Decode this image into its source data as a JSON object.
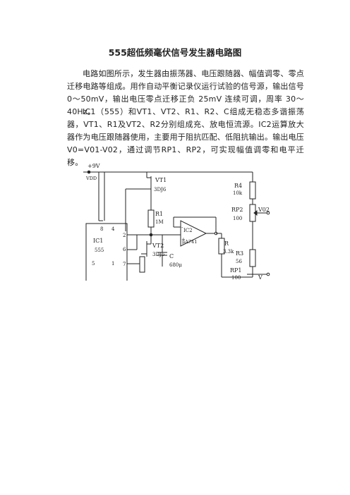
{
  "doc": {
    "title": "555超低频毫伏信号发生器电路图",
    "paragraph1": "电路如图所示，发生器由振荡器、电压跟随器、幅值调零、零点迁移电路等组成。用作自动平衡记录仪运行试验的信号源，输出信号0～50mV，输出电压零点迁移正负 25mV 连续可调，周率 30～40Hz。",
    "paragraph2": "IC1（555）和VT1、VT2、R1、R2、C组成无稳态多谐振荡器，VT1、R1及VT2、R2分别组成充、放电恒流源。IC2运算放大器作为电压跟随器使用，主要用于阻抗匹配、低阻抗输出。输出电压V0=V01-V02，通过调节RP1、RP2，可实现幅值调零和电平迁移。"
  },
  "circuit": {
    "supply": "+9V",
    "supply_node": "VDD",
    "ic1_label": "IC1",
    "ic1_part": "555",
    "pins": [
      "8",
      "4",
      "2",
      "6",
      "5",
      "1",
      "7"
    ],
    "vt1": "VT1",
    "vt1_part": "3DJ6",
    "vt2": "VT2",
    "vt2_part": "3DJ6",
    "r1": "R1",
    "r1_value": "1M",
    "ic2": "IC2",
    "ic2_part": "μA741",
    "cap": "C",
    "cap_value": "680μ",
    "r4": "R4",
    "r4_value": "10k",
    "rp2": "RP2",
    "rp2_value": "100",
    "v02": "V02",
    "r_out": "R",
    "r_out_value": "3.3k",
    "r3": "R3",
    "r3_value": "56",
    "rp1": "RP1",
    "rp1_value": "100",
    "v_label": "V",
    "pin_minus": "-",
    "pin_plus": "+"
  }
}
